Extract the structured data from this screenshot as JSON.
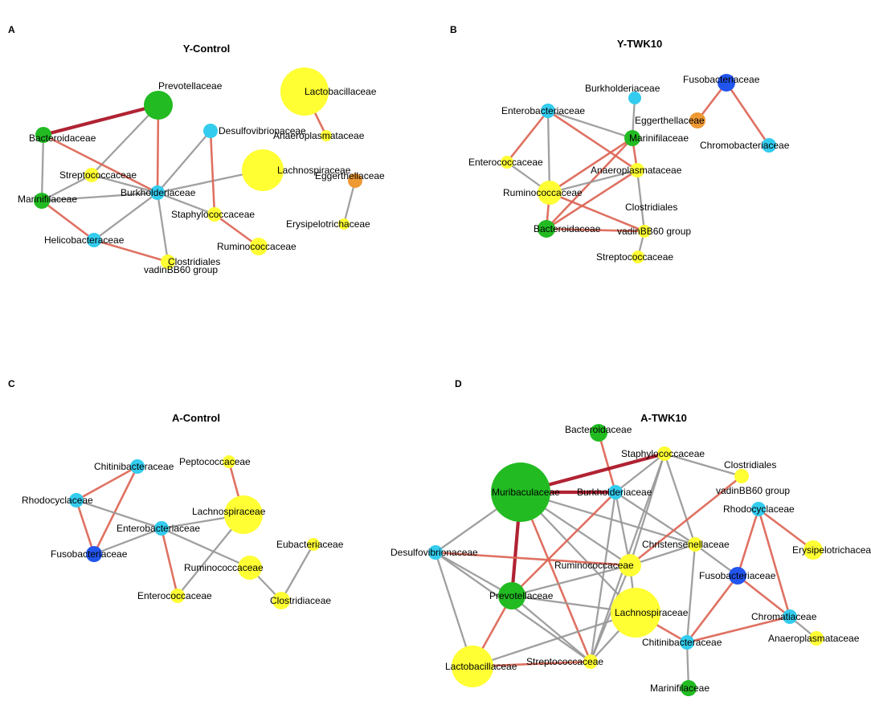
{
  "colors": {
    "yellow": "#FFFF33",
    "green": "#22BB22",
    "cyan": "#33CCEE",
    "blue": "#2255EE",
    "orange": "#EE9933",
    "pos_edge": "#DD6655",
    "strong_edge": "#AA1122",
    "neg_edge": "#999999"
  },
  "panels": [
    {
      "letter": "A",
      "title": "Y-Control",
      "nodes": [
        {
          "id": "prevotellaceae",
          "label": "Prevotellaceae",
          "color": "green"
        },
        {
          "id": "bacteroidaceae",
          "label": "Bacteroidaceae",
          "color": "green"
        },
        {
          "id": "desulfovibrionaceae",
          "label": "Desulfovibrionaceae",
          "color": "cyan"
        },
        {
          "id": "streptococcaceae",
          "label": "Streptococcaceae",
          "color": "yellow"
        },
        {
          "id": "lachnospiraceae",
          "label": "Lachnospiraceae",
          "color": "yellow"
        },
        {
          "id": "marinifilaceae",
          "label": "Marinifilaceae",
          "color": "green"
        },
        {
          "id": "burkholderiaceae",
          "label": "Burkholderiaceae",
          "color": "cyan"
        },
        {
          "id": "staphylococcaceae",
          "label": "Staphylococcaceae",
          "color": "yellow"
        },
        {
          "id": "ruminococcaceae",
          "label": "Ruminococcaceae",
          "color": "yellow"
        },
        {
          "id": "helicobacteraceae",
          "label": "Helicobacteraceae",
          "color": "cyan"
        },
        {
          "id": "clostridiales",
          "label": "Clostridiales",
          "label2": "vadinBB60 group",
          "color": "yellow"
        },
        {
          "id": "lactobacillaceae",
          "label": "Lactobacillaceae",
          "color": "yellow"
        },
        {
          "id": "anaeroplasmataceae",
          "label": "Anaeroplasmataceae",
          "color": "yellow"
        },
        {
          "id": "eggerthellaceae",
          "label": "Eggerthellaceae",
          "color": "orange"
        },
        {
          "id": "erysipelotrichaceae",
          "label": "Erysipelotrichaceae",
          "color": "yellow"
        }
      ],
      "edges": [
        {
          "from": "prevotellaceae",
          "to": "bacteroidaceae",
          "kind": "strong"
        },
        {
          "from": "prevotellaceae",
          "to": "streptococcaceae",
          "kind": "neg"
        },
        {
          "from": "prevotellaceae",
          "to": "burkholderiaceae",
          "kind": "pos"
        },
        {
          "from": "bacteroidaceae",
          "to": "burkholderiaceae",
          "kind": "pos"
        },
        {
          "from": "bacteroidaceae",
          "to": "marinifilaceae",
          "kind": "neg"
        },
        {
          "from": "streptococcaceae",
          "to": "marinifilaceae",
          "kind": "neg"
        },
        {
          "from": "streptococcaceae",
          "to": "burkholderiaceae",
          "kind": "neg"
        },
        {
          "from": "marinifilaceae",
          "to": "burkholderiaceae",
          "kind": "neg"
        },
        {
          "from": "marinifilaceae",
          "to": "helicobacteraceae",
          "kind": "pos"
        },
        {
          "from": "helicobacteraceae",
          "to": "burkholderiaceae",
          "kind": "neg"
        },
        {
          "from": "helicobacteraceae",
          "to": "clostridiales",
          "kind": "pos"
        },
        {
          "from": "burkholderiaceae",
          "to": "desulfovibrionaceae",
          "kind": "neg"
        },
        {
          "from": "burkholderiaceae",
          "to": "lachnospiraceae",
          "kind": "neg"
        },
        {
          "from": "burkholderiaceae",
          "to": "staphylococcaceae",
          "kind": "neg"
        },
        {
          "from": "burkholderiaceae",
          "to": "clostridiales",
          "kind": "neg"
        },
        {
          "from": "desulfovibrionaceae",
          "to": "staphylococcaceae",
          "kind": "pos"
        },
        {
          "from": "staphylococcaceae",
          "to": "ruminococcaceae",
          "kind": "pos"
        },
        {
          "from": "lactobacillaceae",
          "to": "anaeroplasmataceae",
          "kind": "pos"
        },
        {
          "from": "eggerthellaceae",
          "to": "erysipelotrichaceae",
          "kind": "neg"
        }
      ]
    },
    {
      "letter": "B",
      "title": "Y-TWK10",
      "nodes": [
        {
          "id": "burkholderiaceae",
          "label": "Burkholderiaceae",
          "color": "cyan"
        },
        {
          "id": "fusobacteriaceae",
          "label": "Fusobacteriaceae",
          "color": "blue"
        },
        {
          "id": "enterobacteriaceae",
          "label": "Enterobacteriaceae",
          "color": "cyan"
        },
        {
          "id": "eggerthellaceae",
          "label": "Eggerthellaceae",
          "color": "orange"
        },
        {
          "id": "marinifilaceae",
          "label": "Marinifilaceae",
          "color": "green"
        },
        {
          "id": "chromobacteriaceae",
          "label": "Chromobacteriaceae",
          "color": "cyan"
        },
        {
          "id": "enterococcaceae",
          "label": "Enterococcaceae",
          "color": "yellow"
        },
        {
          "id": "anaeroplasmataceae",
          "label": "Anaeroplasmataceae",
          "color": "yellow"
        },
        {
          "id": "ruminococcaceae",
          "label": "Ruminococcaceae",
          "color": "yellow"
        },
        {
          "id": "clostridiales",
          "label": "Clostridiales",
          "label2": "vadinBB60 group",
          "color": "yellow"
        },
        {
          "id": "bacteroidaceae",
          "label": "Bacteroidaceae",
          "color": "green"
        },
        {
          "id": "streptococcaceae",
          "label": "Streptococcaceae",
          "color": "yellow"
        }
      ],
      "edges": [
        {
          "from": "burkholderiaceae",
          "to": "marinifilaceae",
          "kind": "neg"
        },
        {
          "from": "enterobacteriaceae",
          "to": "marinifilaceae",
          "kind": "neg"
        },
        {
          "from": "enterobacteriaceae",
          "to": "enterococcaceae",
          "kind": "pos"
        },
        {
          "from": "enterobacteriaceae",
          "to": "ruminococcaceae",
          "kind": "neg"
        },
        {
          "from": "enterobacteriaceae",
          "to": "anaeroplasmataceae",
          "kind": "pos"
        },
        {
          "from": "marinifilaceae",
          "to": "ruminococcaceae",
          "kind": "pos"
        },
        {
          "from": "marinifilaceae",
          "to": "anaeroplasmataceae",
          "kind": "pos"
        },
        {
          "from": "marinifilaceae",
          "to": "bacteroidaceae",
          "kind": "pos"
        },
        {
          "from": "enterococcaceae",
          "to": "ruminococcaceae",
          "kind": "neg"
        },
        {
          "from": "anaeroplasmataceae",
          "to": "ruminococcaceae",
          "kind": "neg"
        },
        {
          "from": "anaeroplasmataceae",
          "to": "clostridiales",
          "kind": "neg"
        },
        {
          "from": "anaeroplasmataceae",
          "to": "bacteroidaceae",
          "kind": "pos"
        },
        {
          "from": "ruminococcaceae",
          "to": "clostridiales",
          "kind": "pos"
        },
        {
          "from": "ruminococcaceae",
          "to": "bacteroidaceae",
          "kind": "pos"
        },
        {
          "from": "clostridiales",
          "to": "bacteroidaceae",
          "kind": "pos"
        },
        {
          "from": "clostridiales",
          "to": "streptococcaceae",
          "kind": "neg"
        },
        {
          "from": "fusobacteriaceae",
          "to": "eggerthellaceae",
          "kind": "pos"
        },
        {
          "from": "fusobacteriaceae",
          "to": "chromobacteriaceae",
          "kind": "pos"
        }
      ]
    },
    {
      "letter": "C",
      "title": "A-Control",
      "nodes": [
        {
          "id": "chitinibacteraceae",
          "label": "Chitinibacteraceae",
          "color": "cyan"
        },
        {
          "id": "peptococcaceae",
          "label": "Peptococcaceae",
          "color": "yellow"
        },
        {
          "id": "rhodocyclaceae",
          "label": "Rhodocyclaceae",
          "color": "cyan"
        },
        {
          "id": "lachnospiraceae",
          "label": "Lachnospiraceae",
          "color": "yellow"
        },
        {
          "id": "enterobacteriaceae",
          "label": "Enterobacteriaceae",
          "color": "cyan"
        },
        {
          "id": "eubacteriaceae",
          "label": "Eubacteriaceae",
          "color": "yellow"
        },
        {
          "id": "fusobacteriaceae",
          "label": "Fusobacteriaceae",
          "color": "blue"
        },
        {
          "id": "ruminococcaceae",
          "label": "Ruminococcaceae",
          "color": "yellow"
        },
        {
          "id": "enterococcaceae",
          "label": "Enterococcaceae",
          "color": "yellow"
        },
        {
          "id": "clostridiaceae",
          "label": "Clostridiaceae",
          "color": "yellow"
        }
      ],
      "edges": [
        {
          "from": "chitinibacteraceae",
          "to": "rhodocyclaceae",
          "kind": "pos"
        },
        {
          "from": "chitinibacteraceae",
          "to": "fusobacteriaceae",
          "kind": "pos"
        },
        {
          "from": "rhodocyclaceae",
          "to": "fusobacteriaceae",
          "kind": "pos"
        },
        {
          "from": "rhodocyclaceae",
          "to": "enterobacteriaceae",
          "kind": "neg"
        },
        {
          "from": "fusobacteriaceae",
          "to": "enterobacteriaceae",
          "kind": "neg"
        },
        {
          "from": "enterobacteriaceae",
          "to": "lachnospiraceae",
          "kind": "neg"
        },
        {
          "from": "enterobacteriaceae",
          "to": "ruminococcaceae",
          "kind": "neg"
        },
        {
          "from": "enterobacteriaceae",
          "to": "enterococcaceae",
          "kind": "pos"
        },
        {
          "from": "peptococcaceae",
          "to": "lachnospiraceae",
          "kind": "pos"
        },
        {
          "from": "lachnospiraceae",
          "to": "enterococcaceae",
          "kind": "neg"
        },
        {
          "from": "ruminococcaceae",
          "to": "clostridiaceae",
          "kind": "neg"
        },
        {
          "from": "eubacteriaceae",
          "to": "clostridiaceae",
          "kind": "neg"
        }
      ]
    },
    {
      "letter": "D",
      "title": "A-TWK10",
      "nodes": [
        {
          "id": "bacteroidaceae",
          "label": "Bacteroidaceae",
          "color": "green"
        },
        {
          "id": "staphylococcaceae",
          "label": "Staphylococcaceae",
          "color": "yellow"
        },
        {
          "id": "clostridiales",
          "label": "Clostridiales",
          "label2": "vadinBB60 group",
          "color": "yellow"
        },
        {
          "id": "muribaculaceae",
          "label": "Muribaculaceae",
          "color": "green"
        },
        {
          "id": "burkholderiaceae",
          "label": "Burkholderiaceae",
          "color": "cyan"
        },
        {
          "id": "rhodocyclaceae",
          "label": "Rhodocyclaceae",
          "color": "cyan"
        },
        {
          "id": "christensenellaceae",
          "label": "Christensenellaceae",
          "color": "yellow"
        },
        {
          "id": "desulfovibrionaceae",
          "label": "Desulfovibrionaceae",
          "color": "cyan"
        },
        {
          "id": "erysipelotrichaceae",
          "label": "Erysipelotrichaceae",
          "color": "yellow"
        },
        {
          "id": "ruminococcaceae",
          "label": "Ruminococcaceae",
          "color": "yellow"
        },
        {
          "id": "fusobacteriaceae",
          "label": "Fusobacteriaceae",
          "color": "blue"
        },
        {
          "id": "prevotellaceae",
          "label": "Prevotellaceae",
          "color": "green"
        },
        {
          "id": "lachnospiraceae",
          "label": "Lachnospiraceae",
          "color": "yellow"
        },
        {
          "id": "chromatiaceae",
          "label": "Chromatiaceae",
          "color": "cyan"
        },
        {
          "id": "chitinibacteraceae",
          "label": "Chitinibacteraceae",
          "color": "cyan"
        },
        {
          "id": "anaeroplasmataceae",
          "label": "Anaeroplasmataceae",
          "color": "yellow"
        },
        {
          "id": "lactobacillaceae",
          "label": "Lactobacillaceae",
          "color": "yellow"
        },
        {
          "id": "streptococcaceae",
          "label": "Streptococcaceae",
          "color": "yellow"
        },
        {
          "id": "marinifilaceae",
          "label": "Marinifilaceae",
          "color": "green"
        }
      ],
      "edges": [
        {
          "from": "bacteroidaceae",
          "to": "burkholderiaceae",
          "kind": "pos"
        },
        {
          "from": "staphylococcaceae",
          "to": "muribaculaceae",
          "kind": "strong"
        },
        {
          "from": "staphylococcaceae",
          "to": "clostridiales",
          "kind": "neg"
        },
        {
          "from": "staphylococcaceae",
          "to": "burkholderiaceae",
          "kind": "neg"
        },
        {
          "from": "staphylococcaceae",
          "to": "ruminococcaceae",
          "kind": "neg"
        },
        {
          "from": "staphylococcaceae",
          "to": "christensenellaceae",
          "kind": "neg"
        },
        {
          "from": "staphylococcaceae",
          "to": "streptococcaceae",
          "kind": "neg"
        },
        {
          "from": "muribaculaceae",
          "to": "burkholderiaceae",
          "kind": "strong"
        },
        {
          "from": "muribaculaceae",
          "to": "christensenellaceae",
          "kind": "neg"
        },
        {
          "from": "muribaculaceae",
          "to": "ruminococcaceae",
          "kind": "neg"
        },
        {
          "from": "muribaculaceae",
          "to": "prevotellaceae",
          "kind": "strong"
        },
        {
          "from": "muribaculaceae",
          "to": "desulfovibrionaceae",
          "kind": "neg"
        },
        {
          "from": "muribaculaceae",
          "to": "lachnospiraceae",
          "kind": "neg"
        },
        {
          "from": "muribaculaceae",
          "to": "streptococcaceae",
          "kind": "pos"
        },
        {
          "from": "burkholderiaceae",
          "to": "prevotellaceae",
          "kind": "pos"
        },
        {
          "from": "burkholderiaceae",
          "to": "ruminococcaceae",
          "kind": "neg"
        },
        {
          "from": "burkholderiaceae",
          "to": "streptococcaceae",
          "kind": "neg"
        },
        {
          "from": "burkholderiaceae",
          "to": "christensenellaceae",
          "kind": "neg"
        },
        {
          "from": "clostridiales",
          "to": "ruminococcaceae",
          "kind": "pos"
        },
        {
          "from": "desulfovibrionaceae",
          "to": "ruminococcaceae",
          "kind": "pos"
        },
        {
          "from": "desulfovibrionaceae",
          "to": "prevotellaceae",
          "kind": "neg"
        },
        {
          "from": "desulfovibrionaceae",
          "to": "lactobacillaceae",
          "kind": "neg"
        },
        {
          "from": "desulfovibrionaceae",
          "to": "streptococcaceae",
          "kind": "neg"
        },
        {
          "from": "ruminococcaceae",
          "to": "prevotellaceae",
          "kind": "neg"
        },
        {
          "from": "ruminococcaceae",
          "to": "christensenellaceae",
          "kind": "neg"
        },
        {
          "from": "ruminococcaceae",
          "to": "lachnospiraceae",
          "kind": "neg"
        },
        {
          "from": "ruminococcaceae",
          "to": "streptococcaceae",
          "kind": "neg"
        },
        {
          "from": "prevotellaceae",
          "to": "lachnospiraceae",
          "kind": "neg"
        },
        {
          "from": "prevotellaceae",
          "to": "lactobacillaceae",
          "kind": "pos"
        },
        {
          "from": "prevotellaceae",
          "to": "streptococcaceae",
          "kind": "neg"
        },
        {
          "from": "lachnospiraceae",
          "to": "lactobacillaceae",
          "kind": "neg"
        },
        {
          "from": "lachnospiraceae",
          "to": "streptococcaceae",
          "kind": "neg"
        },
        {
          "from": "streptococcaceae",
          "to": "lactobacillaceae",
          "kind": "pos"
        },
        {
          "from": "christensenellaceae",
          "to": "chitinibacteraceae",
          "kind": "neg"
        },
        {
          "from": "christensenellaceae",
          "to": "fusobacteriaceae",
          "kind": "neg"
        },
        {
          "from": "rhodocyclaceae",
          "to": "fusobacteriaceae",
          "kind": "pos"
        },
        {
          "from": "rhodocyclaceae",
          "to": "chromatiaceae",
          "kind": "pos"
        },
        {
          "from": "rhodocyclaceae",
          "to": "erysipelotrichaceae",
          "kind": "pos"
        },
        {
          "from": "fusobacteriaceae",
          "to": "chitinibacteraceae",
          "kind": "pos"
        },
        {
          "from": "fusobacteriaceae",
          "to": "chromatiaceae",
          "kind": "pos"
        },
        {
          "from": "chromatiaceae",
          "to": "chitinibacteraceae",
          "kind": "pos"
        },
        {
          "from": "chromatiaceae",
          "to": "anaeroplasmataceae",
          "kind": "neg"
        },
        {
          "from": "chitinibacteraceae",
          "to": "marinifilaceae",
          "kind": "neg"
        },
        {
          "from": "chitinibacteraceae",
          "to": "lachnospiraceae",
          "kind": "pos"
        }
      ]
    }
  ]
}
